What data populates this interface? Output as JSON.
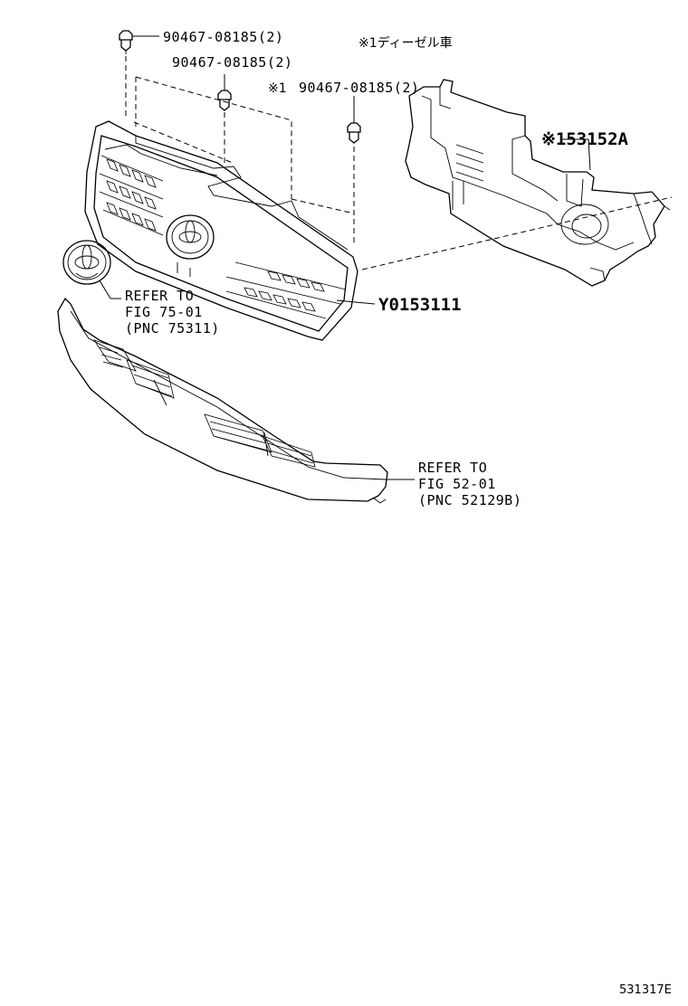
{
  "labels": {
    "clip_1": "90467-08185(2)",
    "clip_2": "90467-08185(2)",
    "clip_3_mark": "※1",
    "clip_3": "90467-08185(2)",
    "diesel_note": "※1ディーゼル車",
    "panel_part": "※153152A",
    "grille_part": "Y0153111",
    "emblem_ref": [
      "REFER TO",
      "FIG 75-01",
      "(PNC 75311)"
    ],
    "bumper_ref": [
      "REFER TO",
      "FIG 52-01",
      "(PNC 52129B)"
    ],
    "diagram_code": "531317E"
  }
}
